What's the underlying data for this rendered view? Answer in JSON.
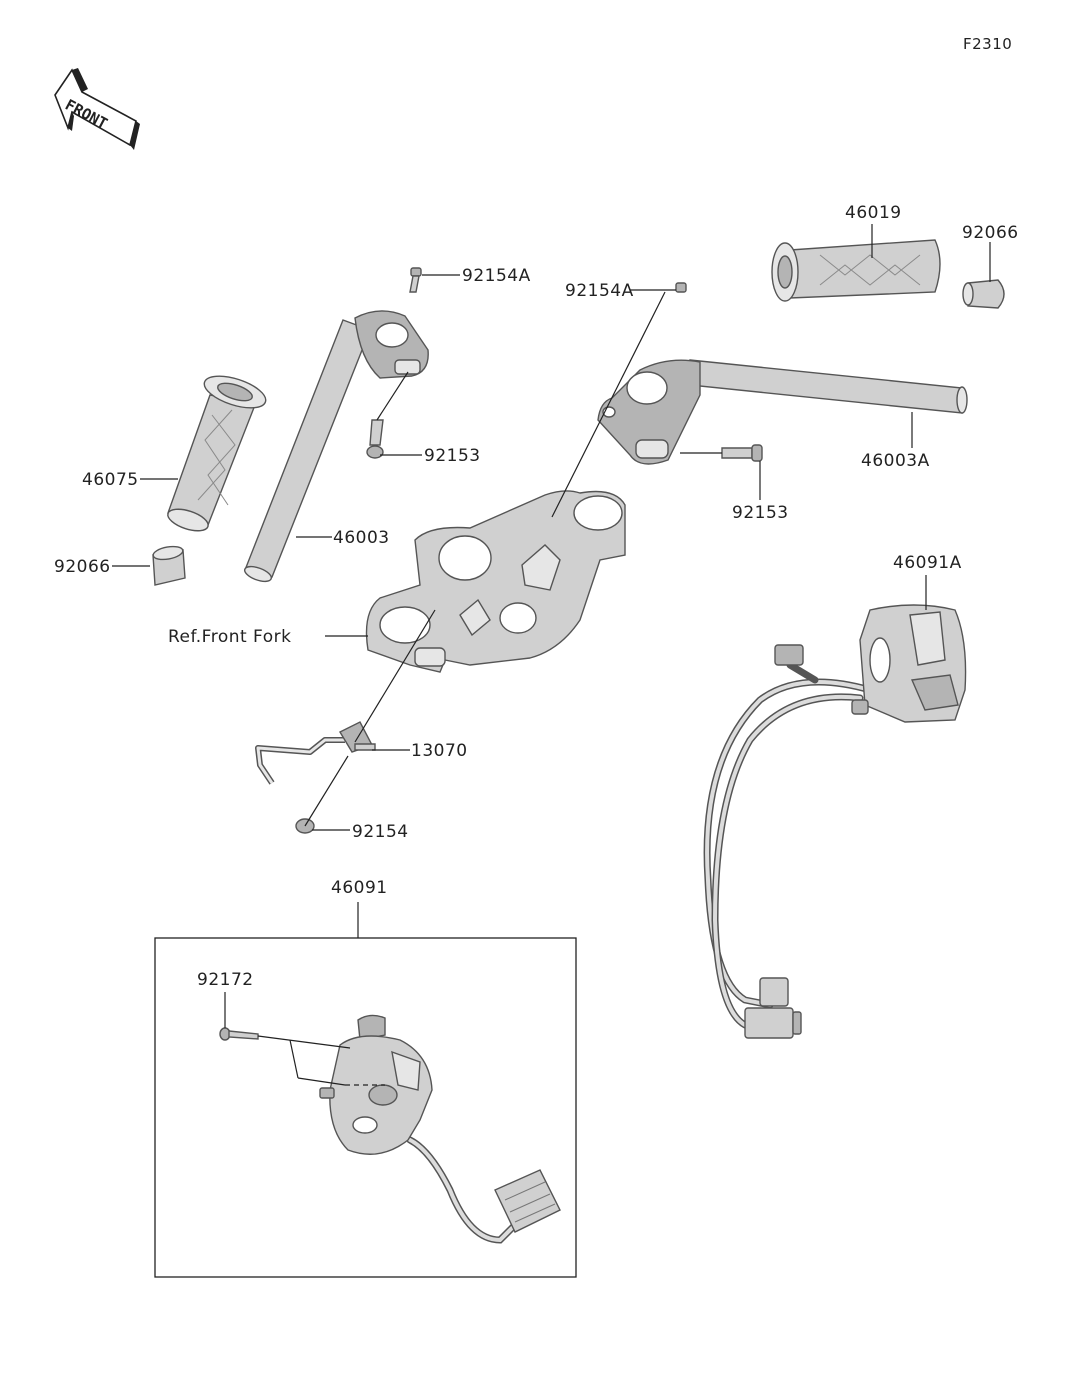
{
  "figure_code": "F2310",
  "front_marker": "FRONT",
  "labels": {
    "grip_right": "46019",
    "end_cap_right": "92066",
    "bolt_top_left": "92154A",
    "bolt_top_right": "92154A",
    "grip_left": "46075",
    "clamp_bolt_left": "92153",
    "clamp_bolt_right": "92153",
    "handlebar_right": "46003A",
    "handlebar_left": "46003",
    "end_cap_left": "92066",
    "switch_right": "46091A",
    "ref_front_fork": "Ref.Front Fork",
    "clamp": "13070",
    "bolt_bottom": "92154",
    "switch_left_assembly": "46091",
    "screw": "92172"
  }
}
